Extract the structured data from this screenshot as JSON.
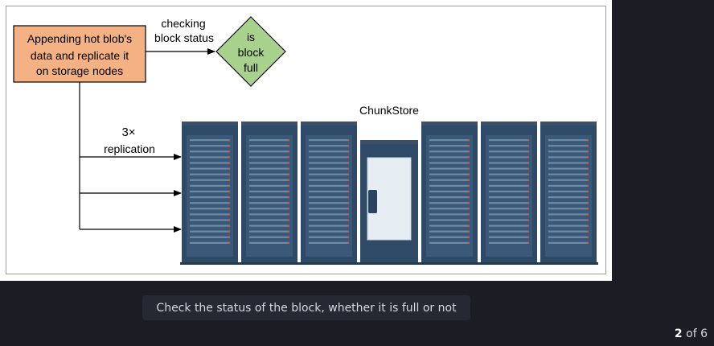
{
  "diagram": {
    "process_box": {
      "lines": [
        "Appending hot blob's",
        "data and replicate it",
        "on storage nodes"
      ],
      "fill": "#f4b183"
    },
    "check_label": [
      "checking",
      "block status"
    ],
    "decision": {
      "lines": [
        "is",
        "block",
        "full"
      ],
      "fill": "#a9d18e"
    },
    "replication": {
      "factor": "3×",
      "label": "replication"
    },
    "store_label": "ChunkStore",
    "colors": {
      "rack": "#2f4a66",
      "rack_top": "#3b4f66",
      "slot": "#6f8aa4",
      "led": "#e0533c",
      "door": "#e6edf3"
    }
  },
  "caption": "Check the status of the block, whether it is full or not",
  "pager": {
    "current": "2",
    "sep": "of",
    "total": "6"
  }
}
